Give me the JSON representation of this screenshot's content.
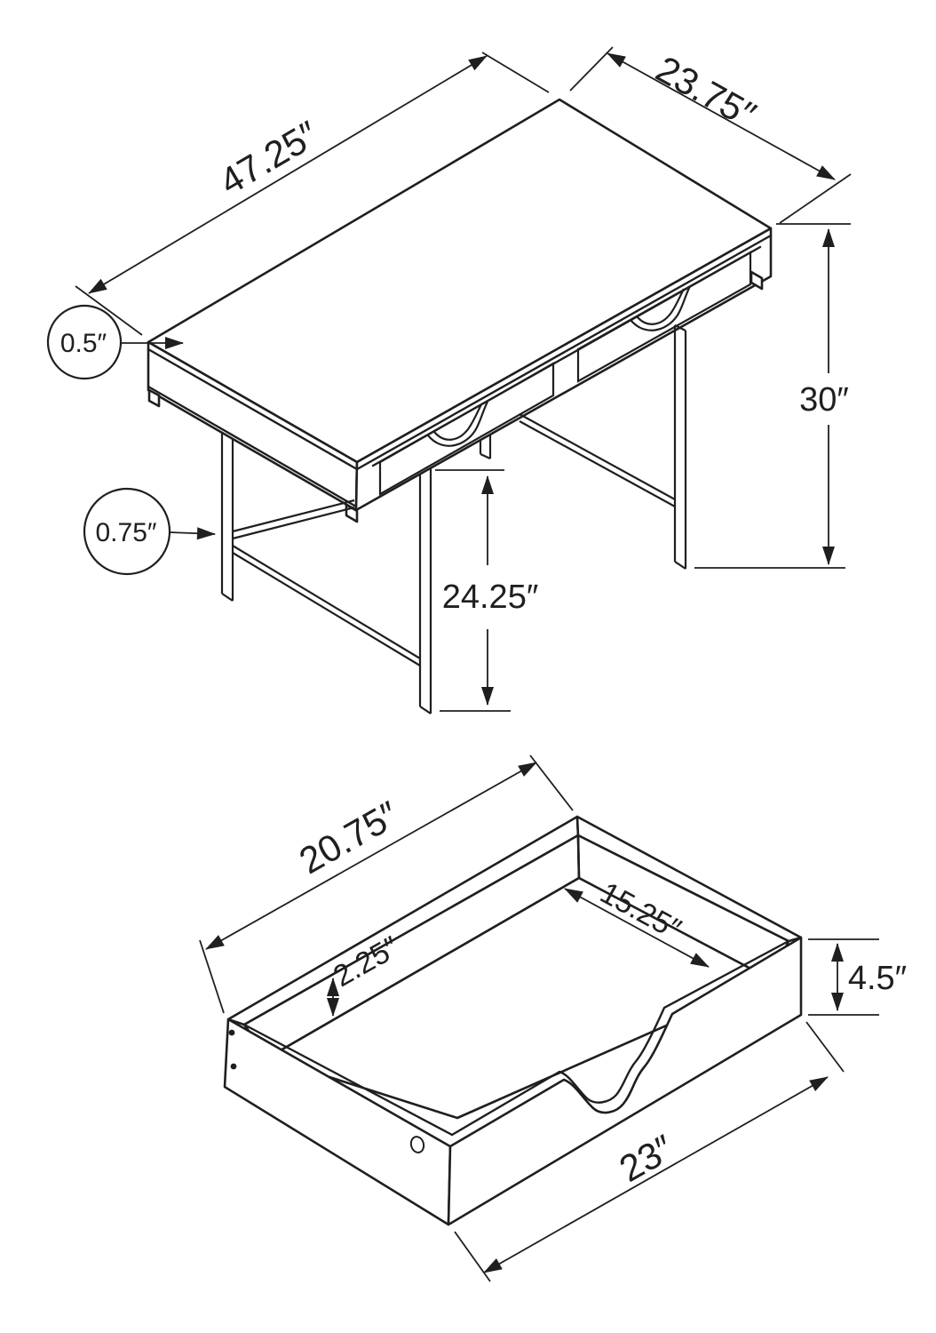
{
  "document": {
    "type": "furniture dimension diagram",
    "background_color": "#ffffff",
    "line_color": "#1f1f1f",
    "figures": [
      "desk isometric view",
      "storage drawer isometric view"
    ]
  },
  "desk_figure": {
    "name": "desk",
    "dimensions": {
      "width": "47.25″",
      "depth": "23.75″",
      "height": "30″",
      "surface_thickness": "0.5″",
      "frame_thickness": "0.75″",
      "leg_clearance": "24.25″"
    }
  },
  "drawer_figure": {
    "name": "storage drawer",
    "dimensions": {
      "length": "20.75″",
      "inner_width": "15.25″",
      "inner_depth": "2.25″",
      "height": "4.5″",
      "width": "23″"
    }
  }
}
